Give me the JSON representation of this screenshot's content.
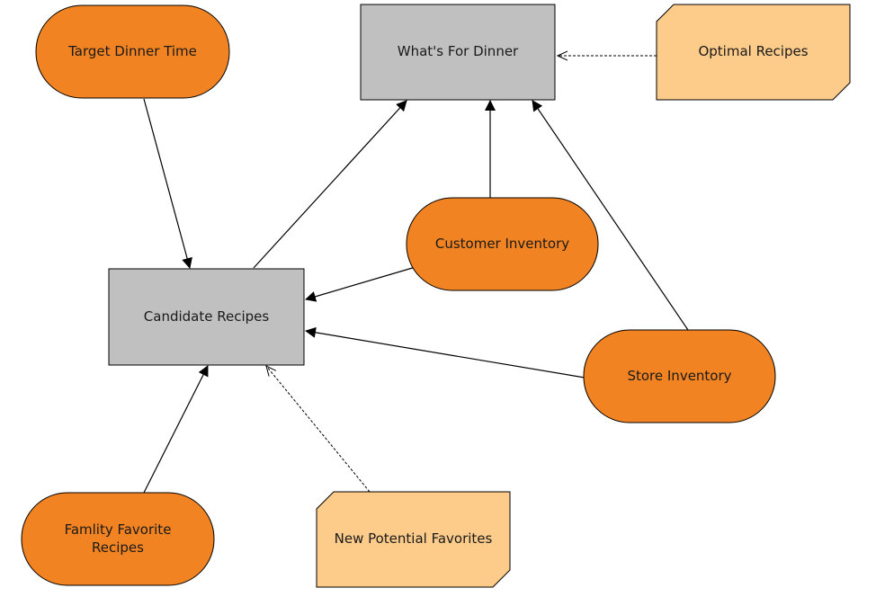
{
  "colors": {
    "decision_fill": "#c0c0c0",
    "chance_fill": "#f28322",
    "note_fill": "#fdcb8a",
    "stroke": "#000000"
  },
  "nodes": {
    "target_dinner_time": "Target Dinner Time",
    "whats_for_dinner": "What's For Dinner",
    "optimal_recipes": "Optimal Recipes",
    "customer_inventory": "Customer Inventory",
    "candidate_recipes": "Candidate Recipes",
    "store_inventory": "Store Inventory",
    "family_favorite_recipes": "Famlity Favorite\nRecipes",
    "new_potential_favorites": "New Potential Favorites"
  }
}
